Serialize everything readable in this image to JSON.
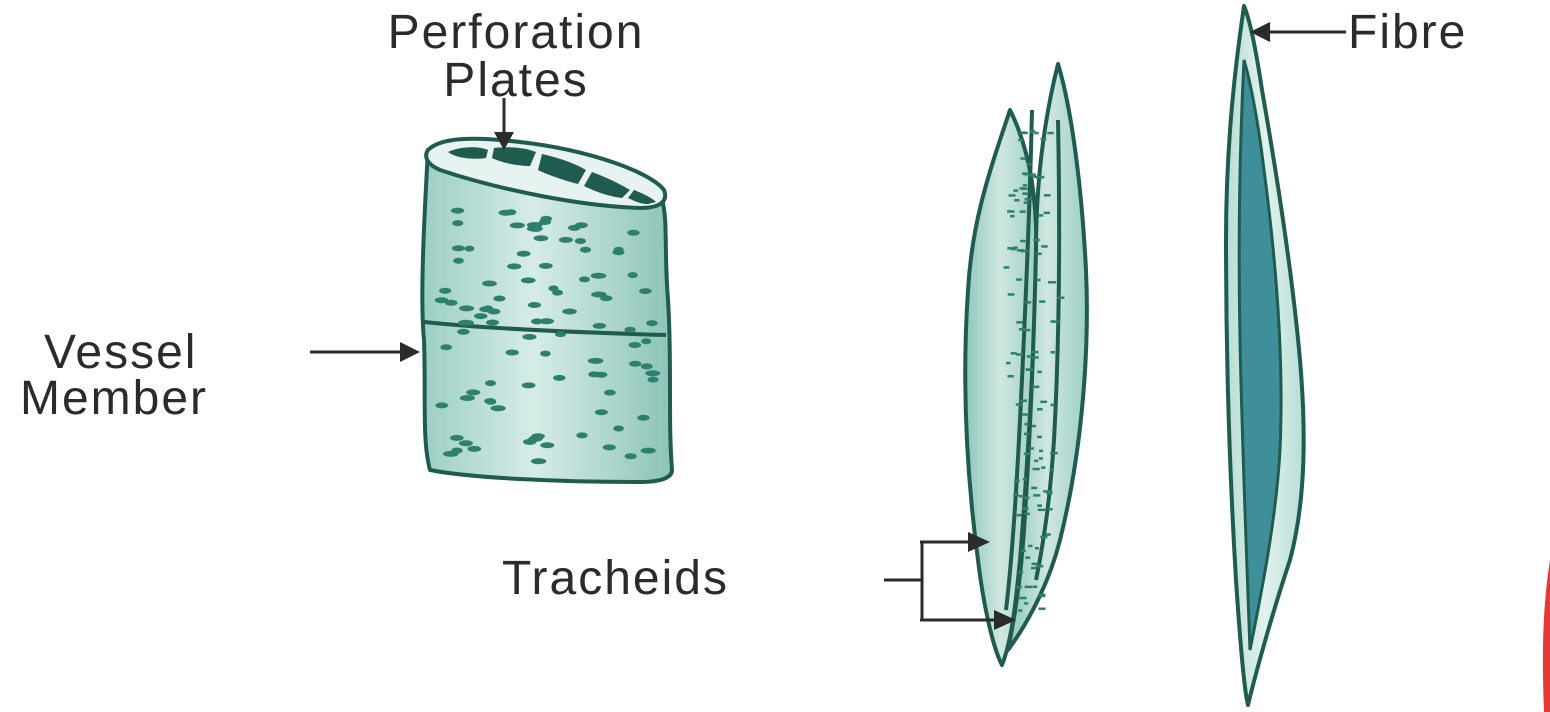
{
  "labels": {
    "perforation_line1": "Perforation",
    "perforation_line2": "Plates",
    "vessel_line1": "Vessel",
    "vessel_line2": "Member",
    "tracheids": "Tracheids",
    "fibre": "Fibre"
  },
  "colors": {
    "cell_fill_light": "#cfe7e1",
    "cell_fill_mid": "#9ccfc3",
    "cell_outline": "#1f5c4f",
    "pit": "#2e7f6e",
    "fibre_lumen": "#3f8f9a",
    "text": "#2b2b2b",
    "edge_accent": "#e53935"
  }
}
